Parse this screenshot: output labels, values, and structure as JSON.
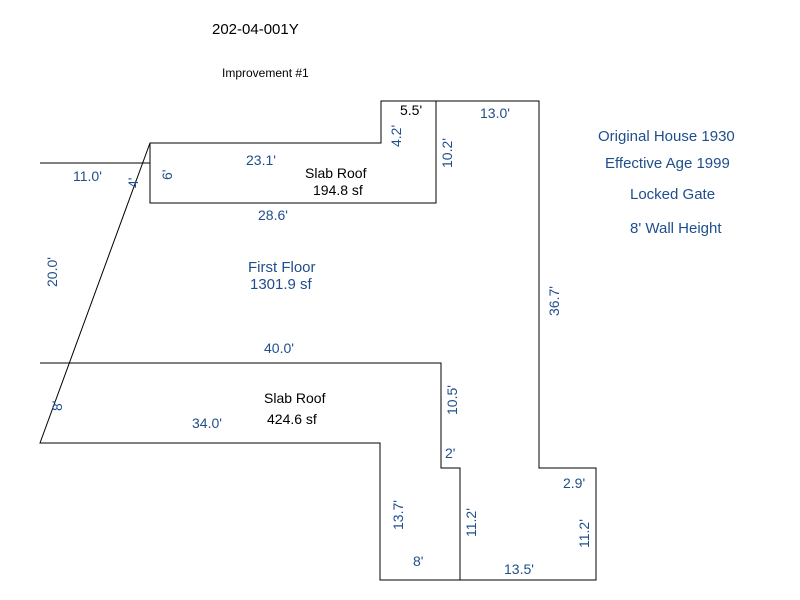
{
  "header": {
    "parcel_id": "202-04-001Y",
    "improvement": "Improvement #1"
  },
  "notes": [
    "Original House 1930",
    "Effective Age 1999",
    "Locked Gate",
    "8' Wall Height"
  ],
  "areas": {
    "first_floor": {
      "name": "First Floor",
      "size": "1301.9 sf"
    },
    "slab_roof_top": {
      "name": "Slab Roof",
      "size": "194.8 sf"
    },
    "slab_roof_bottom": {
      "name": "Slab Roof",
      "size": "424.6 sf"
    }
  },
  "dimensions": {
    "d_5_5": "5.5'",
    "d_13_0": "13.0'",
    "d_4_2": "4.2'",
    "d_10_2": "10.2'",
    "d_23_1": "23.1'",
    "d_6": "6'",
    "d_4": "4'",
    "d_11_0": "11.0'",
    "d_28_6": "28.6'",
    "d_20_0": "20.0'",
    "d_36_7": "36.7'",
    "d_40_0": "40.0'",
    "d_8_left": "8'",
    "d_34_0": "34.0'",
    "d_10_5": "10.5'",
    "d_2": "2'",
    "d_2_9": "2.9'",
    "d_13_7": "13.7'",
    "d_11_2_mid": "11.2'",
    "d_11_2_right": "11.2'",
    "d_8_bottom": "8'",
    "d_13_5": "13.5'"
  },
  "colors": {
    "outline": "#000000",
    "dimension_text": "#1f4e8c",
    "label_text": "#000000"
  }
}
